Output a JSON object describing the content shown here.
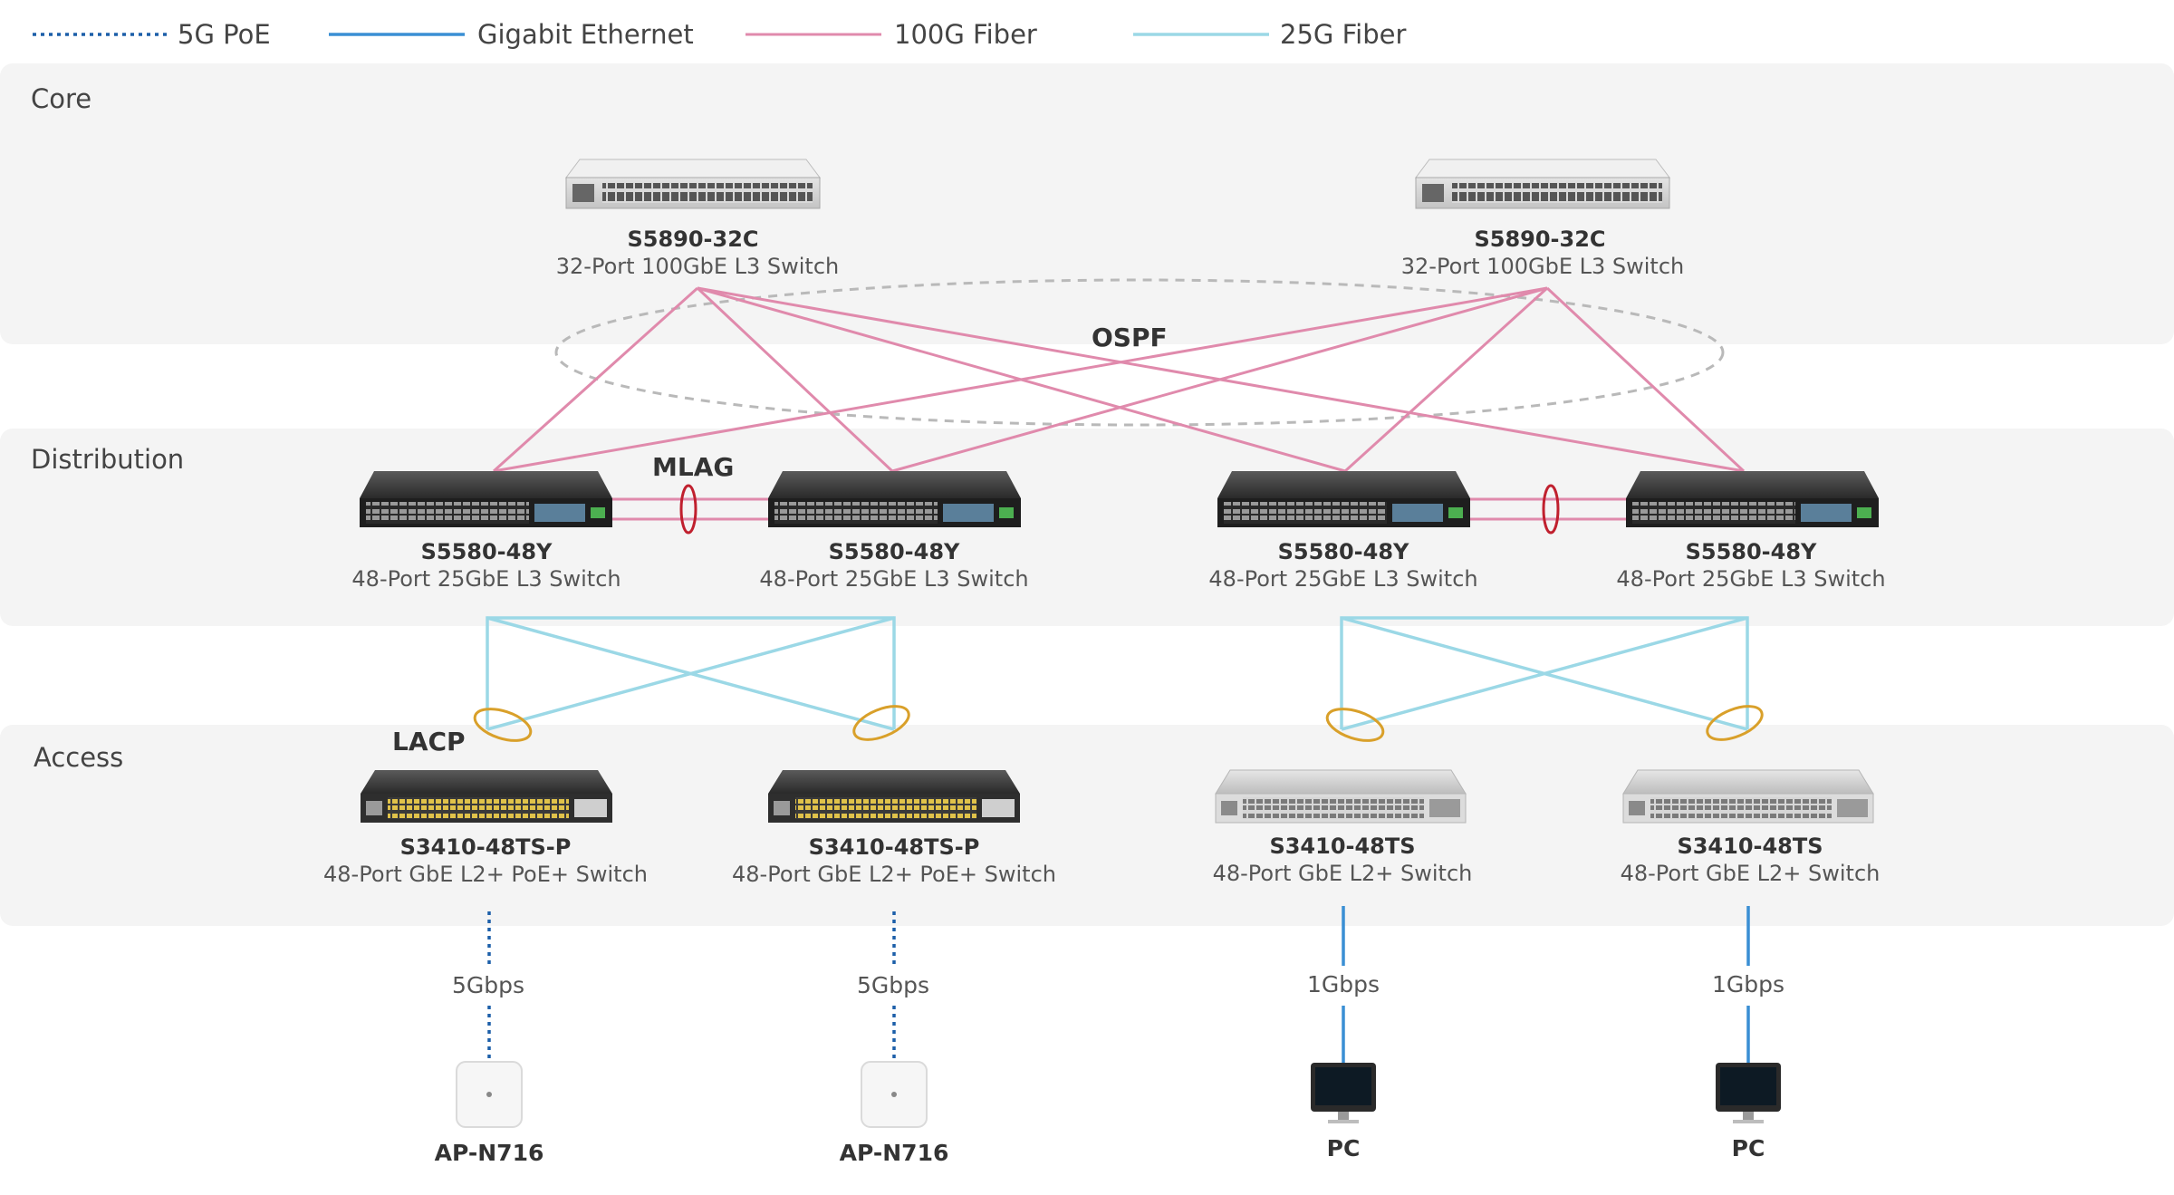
{
  "legend": {
    "poe": "5G PoE",
    "gigabit": "Gigabit Ethernet",
    "fiber100": "100G Fiber",
    "fiber25": "25G Fiber"
  },
  "layers": {
    "core": "Core",
    "distribution": "Distribution",
    "access": "Access"
  },
  "protocols": {
    "ospf": "OSPF",
    "mlag": "MLAG",
    "lacp": "LACP"
  },
  "core": [
    {
      "name": "S5890-32C",
      "desc": "32-Port 100GbE L3 Switch"
    },
    {
      "name": "S5890-32C",
      "desc": "32-Port 100GbE L3 Switch"
    }
  ],
  "distribution": [
    {
      "name": "S5580-48Y",
      "desc": "48-Port 25GbE L3 Switch"
    },
    {
      "name": "S5580-48Y",
      "desc": "48-Port 25GbE L3 Switch"
    },
    {
      "name": "S5580-48Y",
      "desc": "48-Port 25GbE L3 Switch"
    },
    {
      "name": "S5580-48Y",
      "desc": "48-Port 25GbE L3 Switch"
    }
  ],
  "access": [
    {
      "name": "S3410-48TS-P",
      "desc": "48-Port GbE L2+ PoE+ Switch"
    },
    {
      "name": "S3410-48TS-P",
      "desc": "48-Port GbE L2+ PoE+ Switch"
    },
    {
      "name": "S3410-48TS",
      "desc": "48-Port GbE L2+ Switch"
    },
    {
      "name": "S3410-48TS",
      "desc": "48-Port GbE L2+ Switch"
    }
  ],
  "endpoints": [
    {
      "name": "AP-N716",
      "rate": "5Gbps"
    },
    {
      "name": "AP-N716",
      "rate": "5Gbps"
    },
    {
      "name": "PC",
      "rate": "1Gbps"
    },
    {
      "name": "PC",
      "rate": "1Gbps"
    }
  ],
  "colors": {
    "fiber100": "#e08aac",
    "fiber25": "#9bd8e6",
    "poe": "#1c5fa9",
    "gigabit": "#3a8fd4",
    "mlag": "#c0202e",
    "lacp": "#d9a02a"
  }
}
